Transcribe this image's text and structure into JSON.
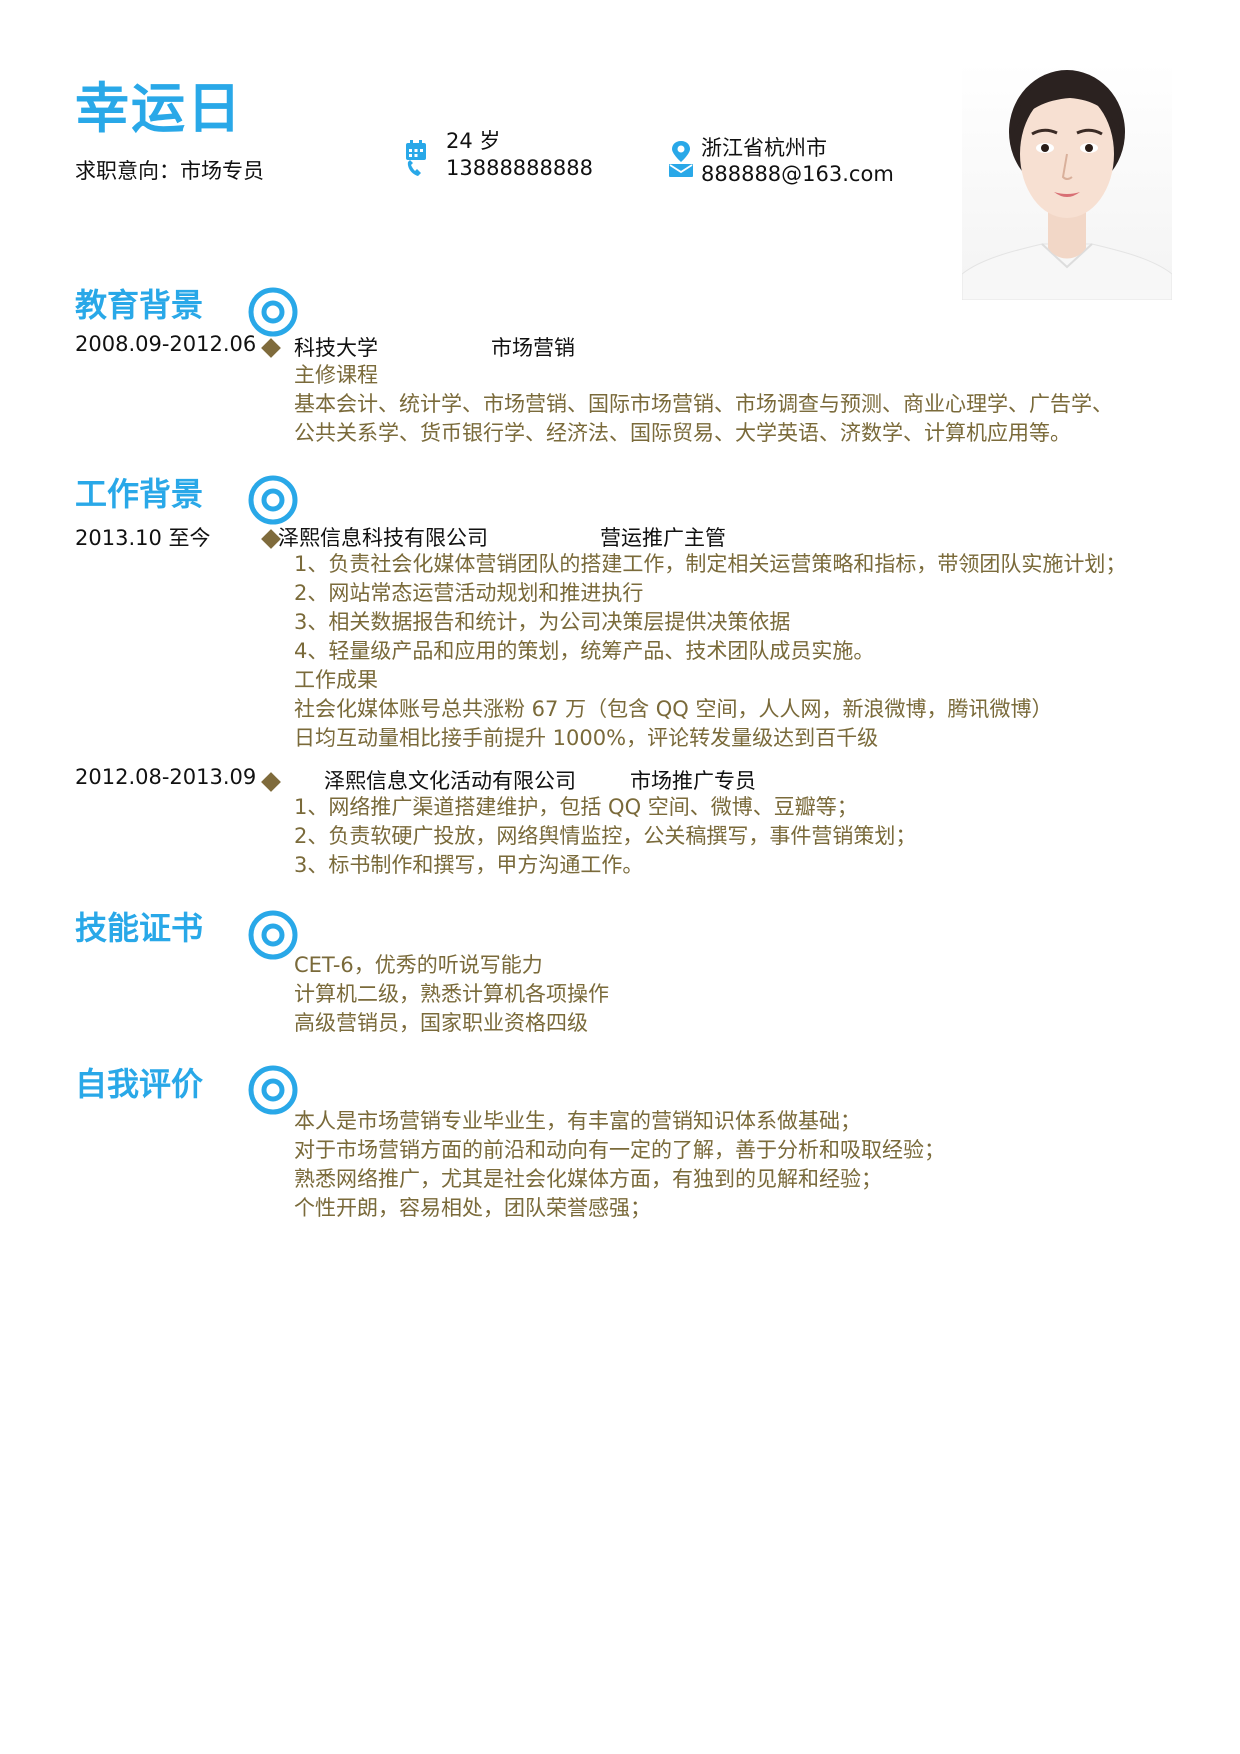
{
  "header": {
    "name": "幸运日",
    "intent": "求职意向：市场专员",
    "age": "24 岁",
    "phone": "13888888888",
    "location": "浙江省杭州市",
    "email": "888888@163.com"
  },
  "education": {
    "title": "教育背景",
    "date": "2008.09-2012.06",
    "school": "科技大学",
    "major": "市场营销",
    "courses_label": "主修课程",
    "courses": [
      "基本会计、统计学、市场营销、国际市场营销、市场调查与预测、商业心理学、广告学、",
      "公共关系学、货币银行学、经济法、国际贸易、大学英语、济数学、计算机应用等。"
    ]
  },
  "work": {
    "title": "工作背景",
    "jobs": [
      {
        "date": "2013.10 至今",
        "company": "泽熙信息科技有限公司",
        "position": "营运推广主管",
        "lines": [
          "1、负责社会化媒体营销团队的搭建工作，制定相关运营策略和指标，带领团队实施计划；",
          "2、网站常态运营活动规划和推进执行",
          "3、相关数据报告和统计，为公司决策层提供决策依据",
          "4、轻量级产品和应用的策划，统筹产品、技术团队成员实施。",
          "工作成果",
          "社会化媒体账号总共涨粉 67 万（包含 QQ 空间，人人网，新浪微博，腾讯微博）",
          "日均互动量相比接手前提升 1000%，评论转发量级达到百千级"
        ]
      },
      {
        "date": "2012.08-2013.09",
        "company": "泽熙信息文化活动有限公司",
        "position": "市场推广专员",
        "lines": [
          "1、网络推广渠道搭建维护，包括 QQ 空间、微博、豆瓣等；",
          "2、负责软硬广投放，网络舆情监控，公关稿撰写，事件营销策划；",
          "3、标书制作和撰写，甲方沟通工作。"
        ]
      }
    ]
  },
  "skills": {
    "title": "技能证书",
    "lines": [
      "CET-6，优秀的听说写能力",
      "计算机二级，熟悉计算机各项操作",
      "高级营销员，国家职业资格四级"
    ]
  },
  "self": {
    "title": "自我评价",
    "lines": [
      "本人是市场营销专业毕业生，有丰富的营销知识体系做基础；",
      "对于市场营销方面的前沿和动向有一定的了解，善于分析和吸取经验；",
      "熟悉网络推广，尤其是社会化媒体方面，有独到的见解和经验；",
      "个性开朗，容易相处，团队荣誉感强；"
    ]
  },
  "colors": {
    "accent": "#29a8e8",
    "body_text": "#7a6a3a",
    "diamond": "#7f6b3c"
  },
  "icons": [
    "calendar-phone-icon",
    "location-mail-icon",
    "target-icon",
    "diamond-bullet-icon"
  ]
}
